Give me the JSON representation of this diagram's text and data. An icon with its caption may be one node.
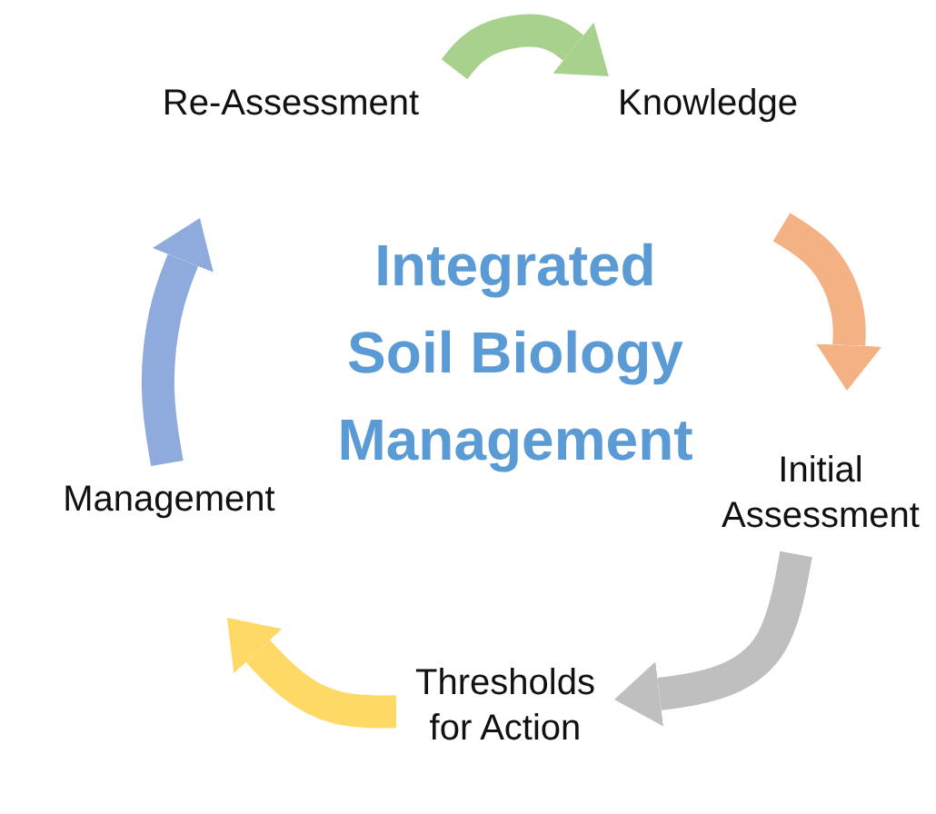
{
  "diagram": {
    "title": "Integrated Soil Biology Management",
    "nodes": [
      {
        "text": [
          "Re-Assessment"
        ]
      },
      {
        "text": [
          "Knowledge"
        ]
      },
      {
        "text": [
          "Initial Assessment"
        ]
      },
      {
        "text": [
          "Thresholds for Action"
        ]
      },
      {
        "text": [
          "Management"
        ]
      }
    ],
    "edges": [
      {
        "from": 0,
        "to": 1,
        "arrow": "to",
        "color": "#a9d18e"
      },
      {
        "from": 1,
        "to": 2,
        "arrow": "to",
        "color": "#f4b183"
      },
      {
        "from": 2,
        "to": 3,
        "arrow": "to",
        "color": "#bfbfbf"
      },
      {
        "from": 3,
        "to": 4,
        "arrow": "to",
        "color": "#ffd966"
      },
      {
        "from": 4,
        "to": 0,
        "arrow": "to",
        "color": "#8faadc"
      }
    ]
  }
}
